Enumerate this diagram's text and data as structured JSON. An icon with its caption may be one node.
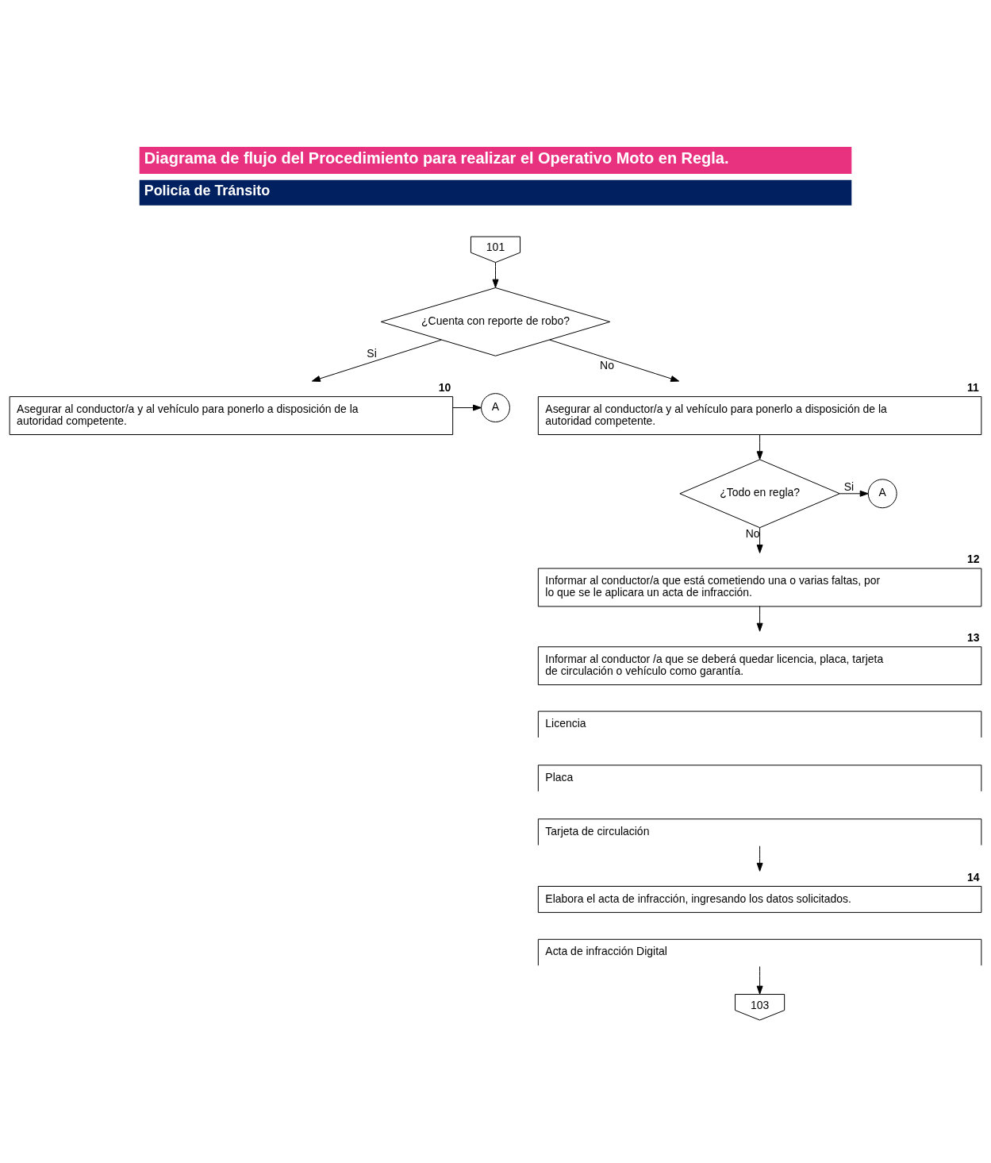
{
  "diagram": {
    "title": "Diagrama de flujo del Procedimiento para realizar el Operativo Moto en Regla.",
    "nodes": [
      {
        "text": [
          "101"
        ]
      },
      {
        "text": [
          "¿Cuenta con reporte de robo?"
        ]
      },
      {
        "text": [
          "Asegurar al conductor/a y al vehículo para ponerlo a disposición de la autoridad competente."
        ],
        "beside": [
          "10"
        ]
      },
      {
        "text": [
          "A"
        ]
      },
      {
        "text": [
          "Asegurar al conductor/a y al vehículo para ponerlo a disposición de la autoridad competente."
        ],
        "beside": [
          "11"
        ]
      },
      {
        "text": [
          "¿Todo en regla?"
        ]
      },
      {
        "text": [
          "A"
        ]
      },
      {
        "text": [
          "Informar al conductor/a que está cometiendo una o varias faltas, por lo que se le aplicara un acta de infracción."
        ],
        "beside": [
          "12"
        ]
      },
      {
        "text": [
          "Informar al conductor /a que se deberá quedar licencia, placa, tarjeta de circulación o vehículo como garantía."
        ],
        "beside": [
          "13"
        ]
      },
      {
        "text": [
          "Licencia"
        ]
      },
      {
        "text": [
          "Placa"
        ]
      },
      {
        "text": [
          "Tarjeta de circulación"
        ]
      },
      {
        "text": [
          "Elabora el acta de infracción, ingresando los datos solicitados."
        ],
        "beside": [
          "14"
        ]
      },
      {
        "text": [
          "Acta de infracción Digital"
        ]
      },
      {
        "text": [
          "103"
        ]
      }
    ],
    "edges": [
      {
        "from": 0,
        "to": 1,
        "arrow": "to"
      },
      {
        "from": 1,
        "to": 2,
        "arrow": "to",
        "label": "Si"
      },
      {
        "from": 1,
        "to": 4,
        "arrow": "to",
        "label": "No"
      },
      {
        "from": 2,
        "to": 3,
        "arrow": "to"
      },
      {
        "from": 4,
        "to": 5,
        "arrow": "to"
      },
      {
        "from": 5,
        "to": 6,
        "arrow": "to",
        "label": "Si"
      },
      {
        "from": 5,
        "to": 7,
        "arrow": "to",
        "label": "No"
      },
      {
        "from": 7,
        "to": 8,
        "arrow": "to"
      },
      {
        "from": 11,
        "to": 12,
        "arrow": "to"
      },
      {
        "from": 13,
        "to": 14,
        "arrow": "to"
      }
    ],
    "labels": [
      "Policía de Tránsito"
    ]
  }
}
